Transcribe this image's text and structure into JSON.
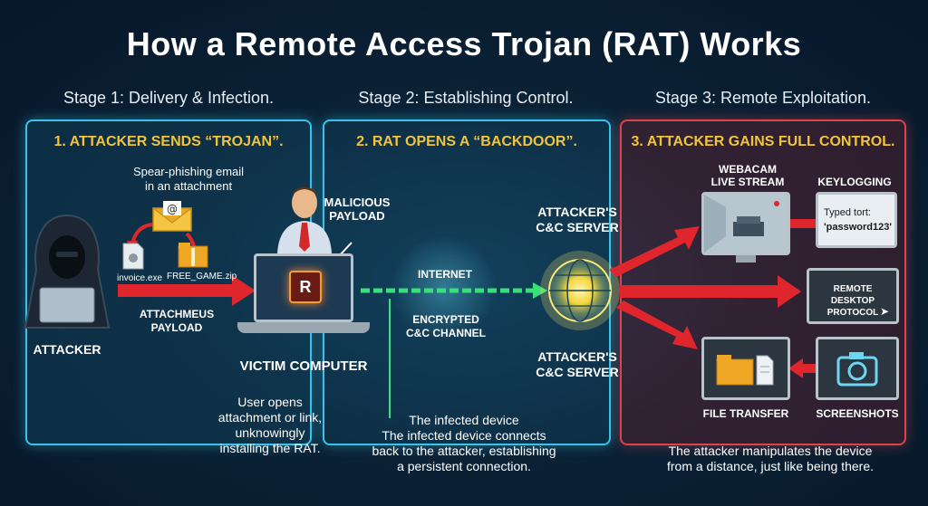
{
  "title": "How a Remote Access Trojan (RAT) Works",
  "stages": [
    {
      "heading": "Stage 1: Delivery & Infection.",
      "panel_title": "1. ATTACKER SENDS “TROJAN”.",
      "email_note": "Spear-phishing email\nin an attachment",
      "files": [
        "invoice.exe",
        "FREE_GAME.zip"
      ],
      "attacker_label": "ATTACKER",
      "arrow_label": "ATTACHMEUS\nPAYLOAD",
      "victim_label": "VICTIM COMPUTER",
      "victim_desc": "User opens\nattachment or link,\nunknowingly\ninstalling the RAT."
    },
    {
      "heading": "Stage 2: Establishing Control.",
      "panel_title": "2. RAT OPENS A “BACKDOOR”.",
      "payload_label": "MALICIOUS\nPAYLOAD",
      "chip_letter": "R",
      "internet_label": "INTERNET",
      "channel_label": "ENCRYPTED\nC&C CHANNEL",
      "server_label_top": "ATTACKER'S\nC&C SERVER",
      "server_label_bottom": "ATTACKER'S\nC&C SERVER",
      "desc": "The infected device\nThe infected device connects\nback to the attacker, establishing\na persistent connection."
    },
    {
      "heading": "Stage 3: Remote Exploitation.",
      "panel_title": "3. ATTACKER GAINS FULL CONTROL.",
      "webcam_label": "WEBACAM\nLIVE STREAM",
      "keylog_label": "KEYLOGGING",
      "keylog_text": "Typed tort:",
      "keylog_value": "'password123'",
      "rdp_label": "REMOTE DESKTOP\nPROTOCOL",
      "file_label": "FILE TRANSFER",
      "screens_label": "SCREENSHOTS",
      "desc": "The attacker manipulates the device\nfrom a distance, just like being there."
    }
  ],
  "colors": {
    "accent_blue": "#38c4e8",
    "accent_red": "#d9454a",
    "heading_yellow": "#f2c43a",
    "arrow_red": "#e0262d",
    "channel_green": "#39e07a"
  },
  "icons": [
    "hooded-attacker-icon",
    "email-icon",
    "file-icon",
    "zip-folder-icon",
    "globe-icon",
    "webcam-icon",
    "keyboard-icon",
    "folder-icon",
    "camera-icon",
    "cursor-icon"
  ]
}
